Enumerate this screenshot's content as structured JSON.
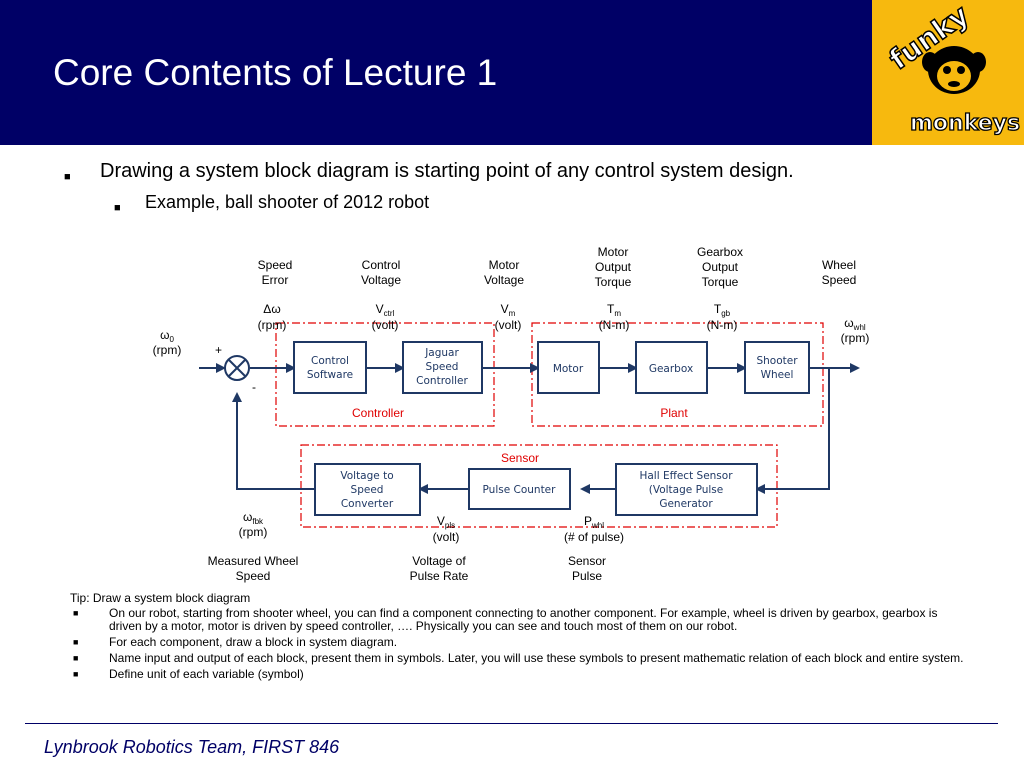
{
  "title": "Core Contents of Lecture 1",
  "logo": {
    "word_top": "funky",
    "word_bottom": "monkeys"
  },
  "bullets": {
    "main": "Drawing a system block diagram is starting point of any control system design.",
    "sub": "Example, ball shooter of 2012  robot"
  },
  "diagram": {
    "signals": {
      "speed_error": [
        "Speed",
        "Error"
      ],
      "control_voltage": [
        "Control",
        "Voltage"
      ],
      "motor_voltage": [
        "Motor",
        "Voltage"
      ],
      "motor_output_torque": [
        "Motor",
        "Output",
        "Torque"
      ],
      "gearbox_output_torque": [
        "Gearbox",
        "Output",
        "Torque"
      ],
      "wheel_speed": [
        "Wheel",
        "Speed"
      ],
      "measured_wheel_speed": [
        "Measured Wheel",
        "Speed"
      ],
      "voltage_of_pulse_rate": [
        "Voltage of",
        "Pulse Rate"
      ],
      "sensor_pulse": [
        "Sensor",
        "Pulse"
      ]
    },
    "symbols": {
      "w0": {
        "sym": "ω",
        "sub": "0",
        "unit": "(rpm)"
      },
      "dw": {
        "sym": "Δω",
        "sub": "",
        "unit": "(rpm)"
      },
      "vctrl": {
        "sym": "V",
        "sub": "ctrl",
        "unit": "(volt)"
      },
      "vm": {
        "sym": "V",
        "sub": "m",
        "unit": "(volt)"
      },
      "tm": {
        "sym": "T",
        "sub": "m",
        "unit": "(N-m)"
      },
      "tgb": {
        "sym": "T",
        "sub": "gb",
        "unit": "(N-m)"
      },
      "wwhl": {
        "sym": "ω",
        "sub": "whl",
        "unit": "(rpm)"
      },
      "wfbk": {
        "sym": "ω",
        "sub": "fbk",
        "unit": "(rpm)"
      },
      "vpls": {
        "sym": "V",
        "sub": "pls",
        "unit": "(volt)"
      },
      "pwhl": {
        "sym": "P",
        "sub": "whl",
        "unit": "(# of pulse)"
      }
    },
    "blocks": {
      "control_software": [
        "Control",
        "Software"
      ],
      "jaguar": [
        "Jaguar",
        "Speed",
        "Controller"
      ],
      "motor": [
        "Motor"
      ],
      "gearbox": [
        "Gearbox"
      ],
      "shooter_wheel": [
        "Shooter",
        "Wheel"
      ],
      "hall_sensor": [
        "Hall Effect Sensor",
        "(Voltage Pulse",
        "Generator"
      ],
      "pulse_counter": [
        "Pulse Counter"
      ],
      "v2s": [
        "Voltage to",
        "Speed",
        "Converter"
      ]
    },
    "groups": {
      "controller": "Controller",
      "plant": "Plant",
      "sensor": "Sensor"
    },
    "junction": {
      "plus": "+",
      "minus": "-"
    },
    "colors": {
      "block_stroke": "#1f3864",
      "line": "#1f3864",
      "group_dash": "#e00000"
    }
  },
  "tip": {
    "heading": "Tip: Draw a system block diagram",
    "items": [
      "On our robot, starting from shooter wheel, you can find a component connecting to another component.  For example, wheel is driven by gearbox, gearbox is driven by a motor, motor is driven by speed controller, ….  Physically you can see and touch most of them on our robot.",
      "For each component, draw a block in system diagram.",
      "Name input and output of each block, present them in symbols.  Later, you will use these symbols to present mathematic relation of each block and entire system.",
      "Define unit of each variable (symbol)"
    ]
  },
  "footer": "Lynbrook Robotics Team, FIRST 846"
}
